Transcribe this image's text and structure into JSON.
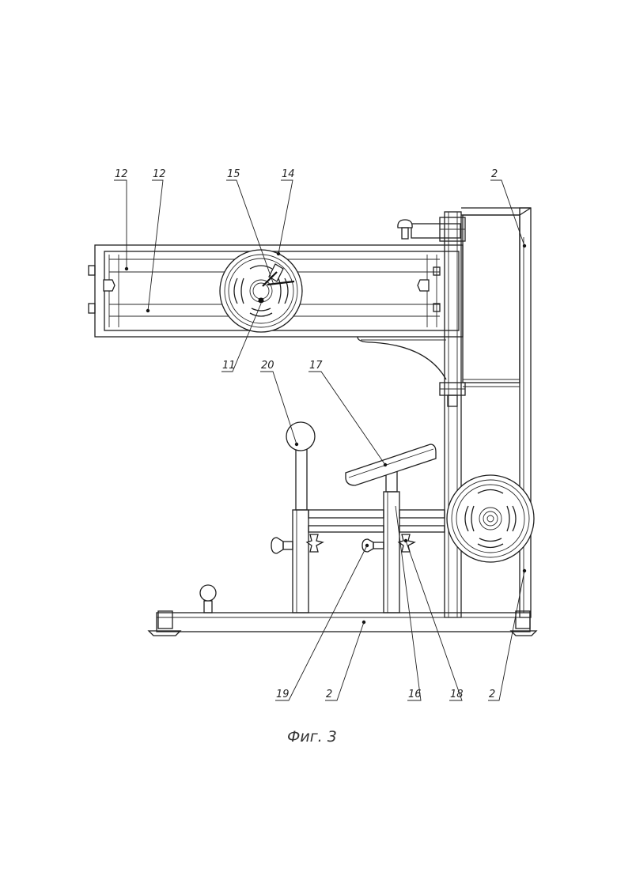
{
  "figure": {
    "caption": "Фиг. 3",
    "labels": {
      "frame_right_top": "2",
      "guide_a": "12",
      "guide_b": "12",
      "spring_15": "15",
      "cam_14": "14",
      "axle_11": "11",
      "handle_20": "20",
      "seat_17": "17",
      "clamp_19": "19",
      "base_2": "2",
      "post_16": "16",
      "knob_18": "18",
      "frame_right_bottom": "2"
    }
  }
}
